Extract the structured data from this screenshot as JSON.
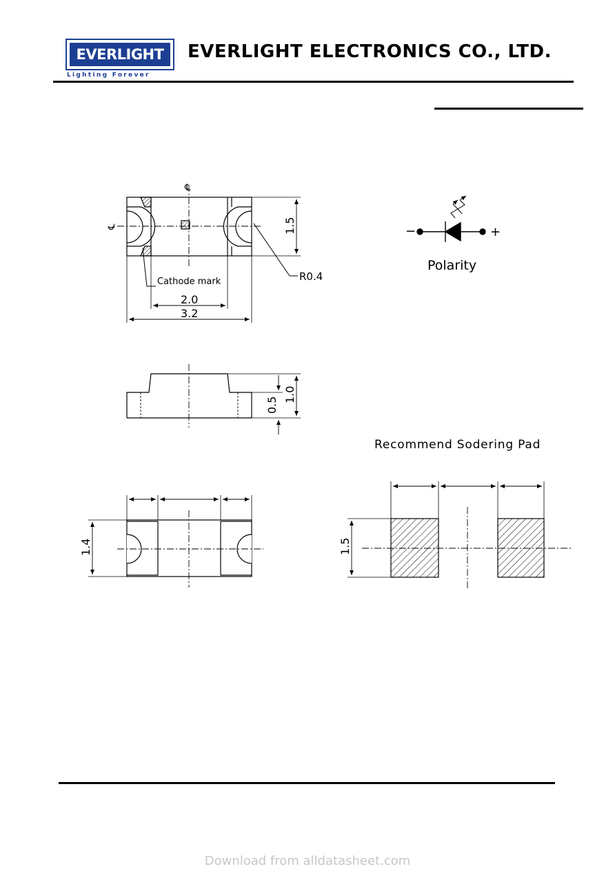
{
  "header": {
    "logo_text": "EVERLIGHT",
    "logo_tagline": "Lighting   Forever",
    "company_name": "EVERLIGHT ELECTRONICS CO., LTD."
  },
  "drawing": {
    "centerline_symbol": "℄",
    "cathode_label": "Cathode mark",
    "radius_label": "R0.4",
    "dim_width_inner": "2.0",
    "dim_width_outer": "3.2",
    "dim_height_top": "1.5",
    "dim_side_half": "0.5",
    "dim_side_full": "1.0",
    "dim_bottom_height": "1.4",
    "dim_pad_height": "1.5",
    "polarity_label": "Polarity",
    "polarity_minus": "−",
    "polarity_plus": "+",
    "pad_title": "Recommend Sodering Pad"
  },
  "footer": {
    "download_text": "Download from alldatasheet.com"
  },
  "colors": {
    "brand_blue": "#1d3f93",
    "watermark_gray": "#c7c7c7"
  }
}
